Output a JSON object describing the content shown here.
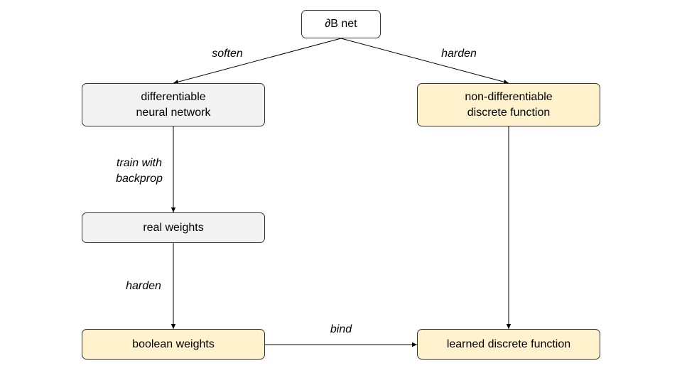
{
  "colors": {
    "white_fill": "#ffffff",
    "gray_fill": "#f3f3f3",
    "yellow_fill": "#fff2cc",
    "stroke": "#333333"
  },
  "nodes": {
    "db_net": {
      "label": "∂B net"
    },
    "differentiable_nn": {
      "line1": "differentiable",
      "line2": "neural network"
    },
    "non_differentiable": {
      "line1": "non-differentiable",
      "line2": "discrete function"
    },
    "real_weights": {
      "label": "real weights"
    },
    "boolean_weights": {
      "label": "boolean weights"
    },
    "learned_function": {
      "label": "learned discrete function"
    }
  },
  "edges": {
    "soften": {
      "label": "soften"
    },
    "harden_right": {
      "label": "harden"
    },
    "train": {
      "line1": "train with",
      "line2": "backprop"
    },
    "harden_left": {
      "label": "harden"
    },
    "bind": {
      "label": "bind"
    }
  }
}
